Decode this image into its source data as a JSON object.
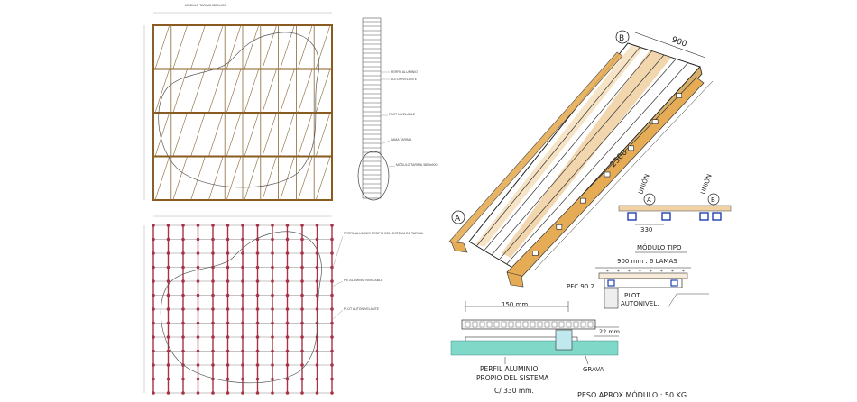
{
  "plan_top": {
    "title": "MÓDULO TARIMA 3800x900",
    "callouts": [
      "PERFIL ALUMINIO",
      "AUTONIVELANTE",
      "PLOT NIVELABLE",
      "LAMA TARIMA",
      "MÓDULO TARIMA 3800x900"
    ]
  },
  "plan_bottom": {
    "callouts": [
      "PERFIL ALUMINIO PROPIO DEL SISTEMA DE TARIMA",
      "PIE ALUMINIO NIVELABLE",
      "PLOT AUTONIVELANTE"
    ]
  },
  "iso": {
    "marker_a": "A",
    "marker_b": "B",
    "dim_width": "900",
    "dim_length": "2500"
  },
  "detail": {
    "union_a_label": "UNIÓN",
    "union_a_marker": "A",
    "union_b_label": "UNIÓN",
    "union_b_marker": "B",
    "spacing": "330",
    "module_label": "MÓDULO TIPO",
    "module_desc": "900 mm . 6 LAMAS",
    "profile_ref": "PFC 90.2",
    "plot_label_1": "PLOT",
    "plot_label_2": "AUTONIVEL.",
    "dim_150": "150 mm.",
    "dim_22": "22 mm",
    "profile_note_1": "PERFIL ALUMINIO",
    "profile_note_2": "PROPIO DEL SISTEMA",
    "profile_note_3": "C/ 330 mm.",
    "ground_label": "GRAVA",
    "weight_note": "PESO APROX MÓDULO : 50 KG."
  },
  "colors": {
    "frame_brown": "#8a5a1e",
    "frame_red": "#a83246",
    "wood_light": "#f0cfa0",
    "wood_mid": "#e6ac55",
    "accent_blue": "#1f3fb0",
    "water": "#7fd8c8"
  }
}
